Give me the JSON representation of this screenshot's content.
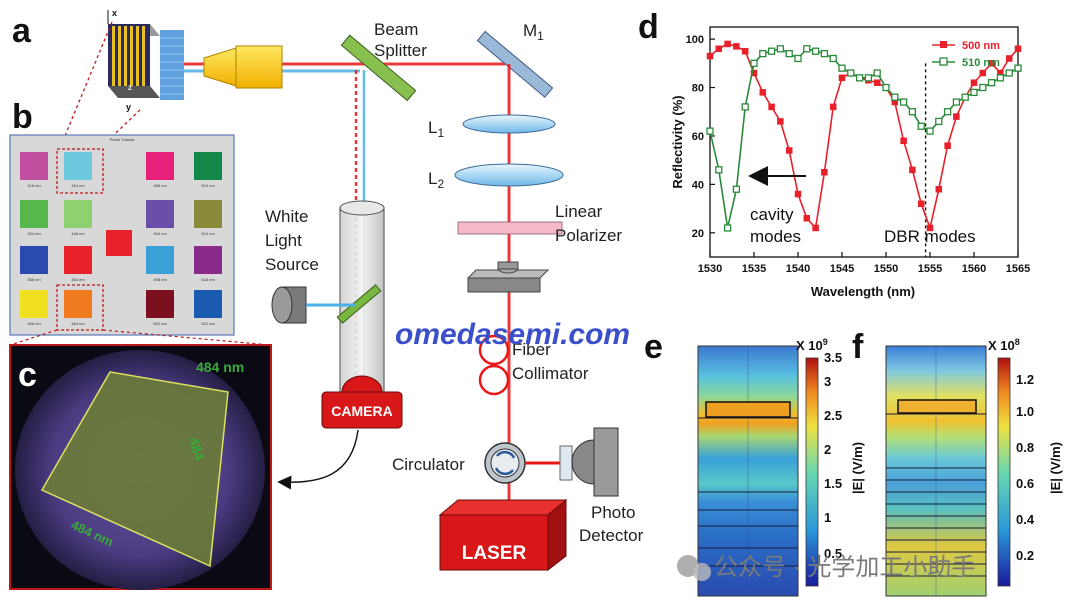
{
  "panels": {
    "a": "a",
    "b": "b",
    "c": "c",
    "d": "d",
    "e": "e",
    "f": "f"
  },
  "setup": {
    "beam_splitter": [
      "Beam",
      "Splitter"
    ],
    "mirror": "M",
    "mirror_sub": "1",
    "lens1": "L",
    "lens1_sub": "1",
    "lens2": "L",
    "lens2_sub": "2",
    "polarizer": [
      "Linear",
      "Polarizer"
    ],
    "white_light": [
      "White",
      "Light",
      "Source"
    ],
    "fiber": [
      "Fiber",
      "Collimator"
    ],
    "circulator": "Circulator",
    "photo": [
      "Photo",
      "Detector"
    ],
    "camera": "CAMERA",
    "laser": "LASER",
    "axes": {
      "x": "x",
      "y": "y",
      "z": "z"
    }
  },
  "grid_b": {
    "title": "Photo Tutorial",
    "swatches": [
      {
        "color": "#c04fa0",
        "label": "418 nm"
      },
      {
        "color": "#6cc8dc",
        "label": "424 nm"
      },
      {
        "color": "#e8207a",
        "label": "488 nm"
      },
      {
        "color": "#13874a",
        "label": "510 nm"
      },
      {
        "color": "#56b84a",
        "label": "434 nm"
      },
      {
        "color": "#8fd070",
        "label": "448 nm"
      },
      {
        "color": "#6a4ea8",
        "label": "494 nm"
      },
      {
        "color": "#8a8a3a",
        "label": "514 nm"
      },
      {
        "color": "#2a4ab0",
        "label": "458 nm"
      },
      {
        "color": "#e8202a",
        "label": "464 nm"
      },
      {
        "color": "#3aa0d8",
        "label": "498 nm"
      },
      {
        "color": "#8a2a8a",
        "label": "518 nm"
      },
      {
        "color": "#f0e020",
        "label": "468 nm"
      },
      {
        "color": "#f07a20",
        "label": "484 nm"
      },
      {
        "color": "#7a1020",
        "label": "502 nm"
      },
      {
        "color": "#1a5ab0",
        "label": "522 nm"
      }
    ],
    "center_color": "#e8202a"
  },
  "image_c": {
    "label1": "484 nm",
    "label2": "484",
    "label3": "nm"
  },
  "chart_data": {
    "type": "line",
    "xlabel": "Wavelength (nm)",
    "ylabel": "Reflectivity (%)",
    "xlim": [
      1530,
      1565
    ],
    "ylim": [
      10,
      105
    ],
    "xticks": [
      1530,
      1535,
      1540,
      1545,
      1550,
      1555,
      1560,
      1565
    ],
    "yticks": [
      20,
      40,
      60,
      80,
      100
    ],
    "legend_position": "top-right",
    "dashed_line_x": 1554.5,
    "annotations": {
      "cavity": [
        "cavity",
        "modes"
      ],
      "dbr": "DBR modes"
    },
    "series": [
      {
        "name": "500 nm",
        "color": "#e8202a",
        "marker": "filled-square",
        "x": [
          1530,
          1531,
          1532,
          1533,
          1534,
          1535,
          1536,
          1537,
          1538,
          1539,
          1540,
          1541,
          1542,
          1543,
          1544,
          1545,
          1546,
          1547,
          1548,
          1549,
          1550,
          1551,
          1552,
          1553,
          1554,
          1555,
          1556,
          1557,
          1558,
          1559,
          1560,
          1561,
          1562,
          1563,
          1564,
          1565
        ],
        "y": [
          93,
          96,
          98,
          97,
          95,
          86,
          78,
          72,
          66,
          54,
          36,
          26,
          22,
          45,
          72,
          84,
          86,
          84,
          83,
          82,
          80,
          74,
          58,
          46,
          32,
          22,
          38,
          56,
          68,
          76,
          82,
          86,
          90,
          86,
          92,
          96
        ]
      },
      {
        "name": "510 nm",
        "color": "#2a8a3a",
        "marker": "open-square",
        "x": [
          1530,
          1531,
          1532,
          1533,
          1534,
          1535,
          1536,
          1537,
          1538,
          1539,
          1540,
          1541,
          1542,
          1543,
          1544,
          1545,
          1546,
          1547,
          1548,
          1549,
          1550,
          1551,
          1552,
          1553,
          1554,
          1555,
          1556,
          1557,
          1558,
          1559,
          1560,
          1561,
          1562,
          1563,
          1564,
          1565
        ],
        "y": [
          62,
          46,
          22,
          38,
          72,
          90,
          94,
          95,
          96,
          94,
          92,
          96,
          95,
          94,
          92,
          88,
          86,
          84,
          84,
          86,
          80,
          76,
          74,
          70,
          64,
          62,
          66,
          70,
          74,
          76,
          78,
          80,
          82,
          84,
          86,
          88
        ]
      }
    ]
  },
  "field_e": {
    "scale": "X 10",
    "exp": "9",
    "label": "|E| (V/m)",
    "ticks": [
      "3.5",
      "3",
      "2.5",
      "2",
      "1.5",
      "1",
      "0.5"
    ]
  },
  "field_f": {
    "scale": "X 10",
    "exp": "8",
    "label": "|E| (V/m)",
    "ticks": [
      "1.2",
      "1.0",
      "0.8",
      "0.6",
      "0.4",
      "0.2"
    ]
  },
  "watermark": {
    "site": "omedasemi.com",
    "wechat": "公众号 · 光学加工小助手"
  }
}
